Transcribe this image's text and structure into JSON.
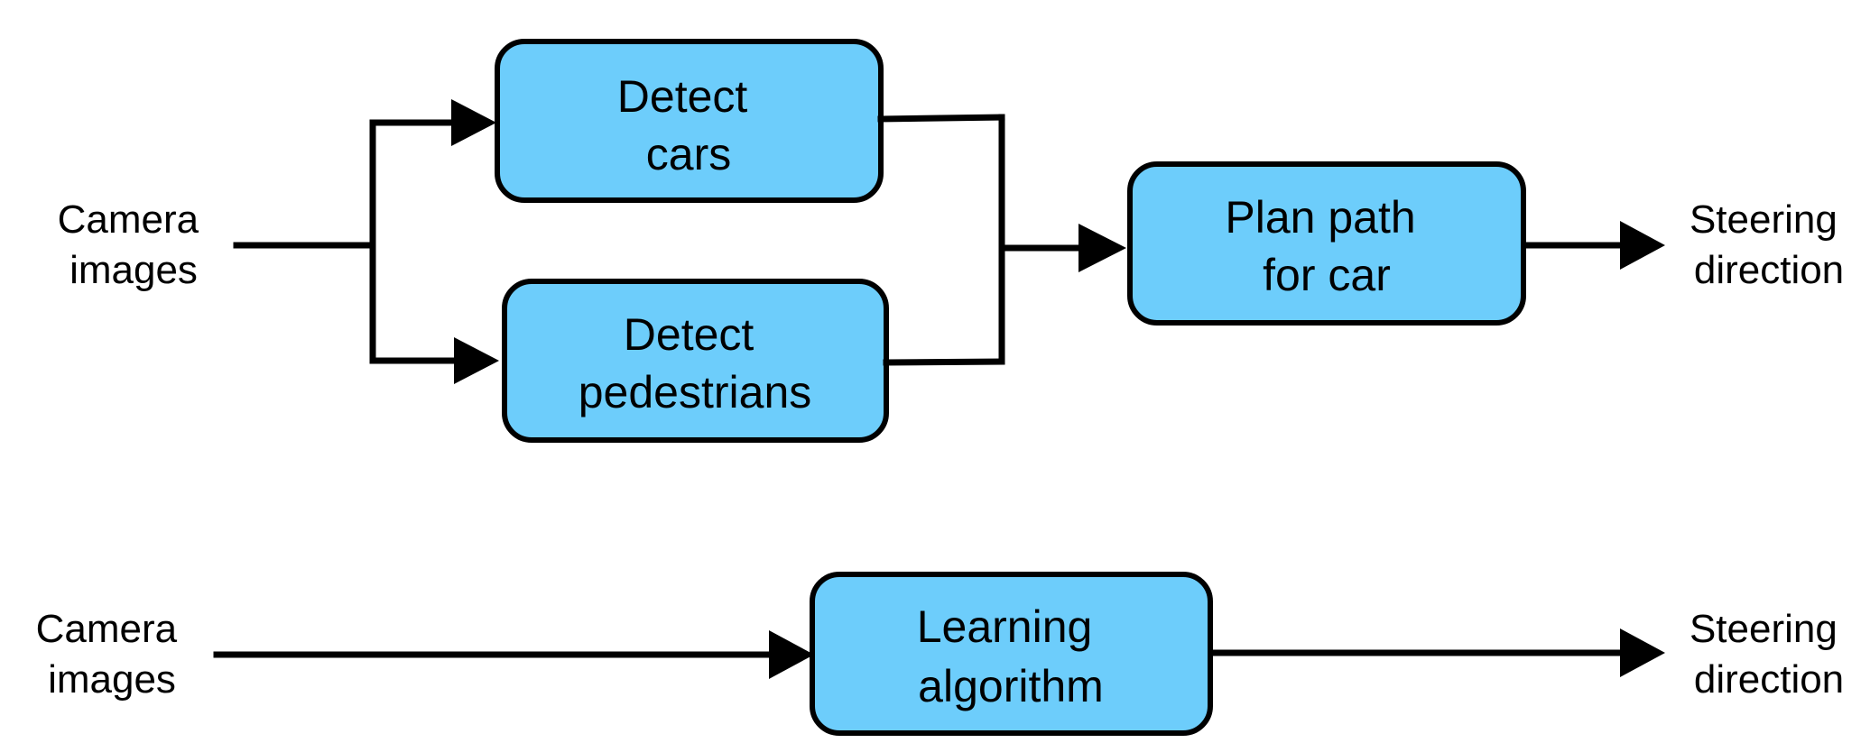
{
  "colors": {
    "box_fill": "#6dcdfb",
    "stroke": "#000000",
    "background": "#ffffff"
  },
  "top_pipeline": {
    "input": [
      "Camera",
      "images"
    ],
    "detect_cars": [
      "Detect",
      "cars"
    ],
    "detect_pedestrians": [
      "Detect",
      "pedestrians"
    ],
    "plan_path": [
      "Plan path",
      "for car"
    ],
    "output": [
      "Steering",
      "direction"
    ]
  },
  "bottom_pipeline": {
    "input": [
      "Camera",
      "images"
    ],
    "learning_algorithm": [
      "Learning",
      "algorithm"
    ],
    "output": [
      "Steering",
      "direction"
    ]
  }
}
